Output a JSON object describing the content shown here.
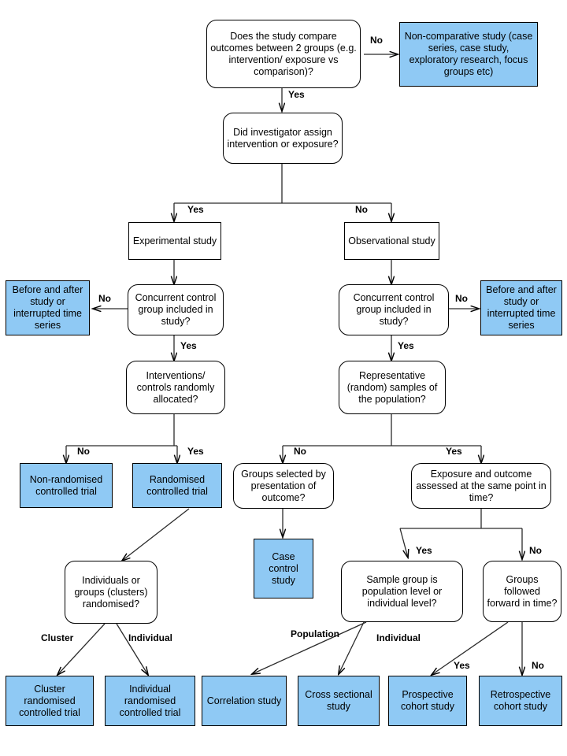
{
  "diagram": {
    "title": "Study design decision flowchart",
    "colors": {
      "terminal_fill": "#8FC9F4",
      "decision_fill": "#FFFFFF",
      "stroke": "#000000",
      "background": "#FFFFFF"
    }
  },
  "nodes": {
    "q_compare": "Does the study compare outcomes between 2 groups (e.g. intervention/ exposure vs comparison)?",
    "t_noncomparative": "Non-comparative  study (case series, case study, exploratory research, focus groups etc)",
    "q_assign": "Did investigator assign intervention or exposure?",
    "n_experimental": "Experimental study",
    "n_observational": "Observational study",
    "t_before_after_left": "Before and after study or interrupted time series",
    "q_concurrent_left": "Concurrent control group included in study?",
    "q_concurrent_right": "Concurrent control group included in study?",
    "t_before_after_right": "Before and after study or interrupted time series",
    "q_random_alloc": "Interventions/ controls randomly allocated?",
    "q_representative": "Representative (random)  samples of the population?",
    "t_non_randomised": "Non-randomised controlled trial",
    "t_randomised": "Randomised controlled trial",
    "q_groups_selected": "Groups selected by presentation of outcome?",
    "q_exposure_outcome": "Exposure and outcome assessed at the same point in time?",
    "t_case_control": "Case control study",
    "q_individuals_groups": "Individuals  or groups (clusters) randomised?",
    "q_sample_group": "Sample group is population level or individual  level?",
    "q_followed_forward": "Groups followed forward in time?",
    "t_cluster_rct": "Cluster randomised controlled trial",
    "t_individual_rct": "Individual randomised controlled trial",
    "t_correlation": "Correlation study",
    "t_cross_sectional": "Cross sectional study",
    "t_prospective": "Prospective cohort study",
    "t_retrospective": "Retrospective cohort study"
  },
  "edge_labels": {
    "compare_no": "No",
    "compare_yes": "Yes",
    "assign_yes": "Yes",
    "assign_no": "No",
    "concurrent_left_no": "No",
    "concurrent_left_yes": "Yes",
    "concurrent_right_no": "No",
    "concurrent_right_yes": "Yes",
    "alloc_no": "No",
    "alloc_yes": "Yes",
    "repr_no": "No",
    "repr_yes": "Yes",
    "cluster": "Cluster",
    "individual": "Individual",
    "population": "Population",
    "sample_individual": "Individual",
    "exposure_yes": "Yes",
    "exposure_no": "No",
    "followed_yes": "Yes",
    "followed_no": "No"
  }
}
